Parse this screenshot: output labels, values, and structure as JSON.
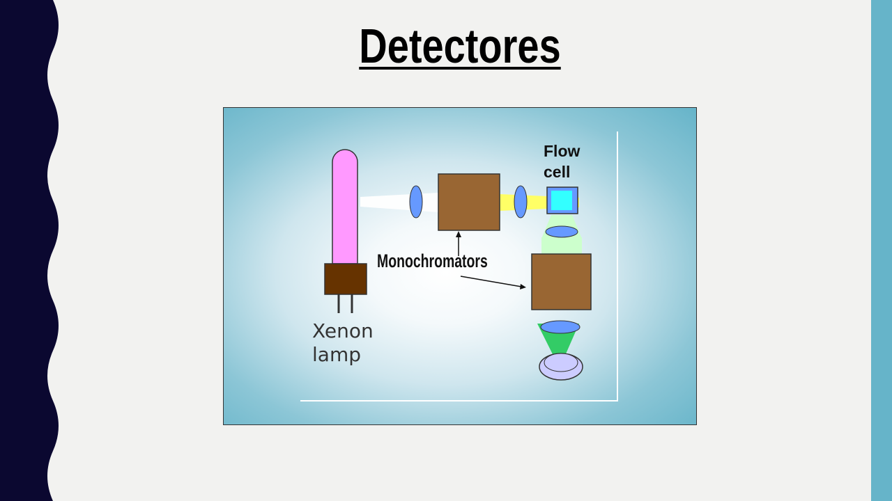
{
  "slide": {
    "title": "Detectores",
    "colors": {
      "left_band": "#0b0830",
      "right_band": "#66b4c9",
      "background": "#f2f2f0"
    }
  },
  "diagram": {
    "labels": {
      "flow_cell_line1": "Flow",
      "flow_cell_line2": "cell",
      "monochromators": "Monochromators",
      "lamp_line1": "Xenon",
      "lamp_line2": "lamp"
    },
    "colors": {
      "lamp_tube": "#ff99ff",
      "lamp_base": "#663300",
      "monochromator": "#996633",
      "lens": "#6699ff",
      "excitation_beam": "#ffff66",
      "flow_cell": "#33ffff",
      "emission_beam": "#ccffcc",
      "filtered_beam": "#33cc66",
      "detector": "#ccccff"
    }
  }
}
